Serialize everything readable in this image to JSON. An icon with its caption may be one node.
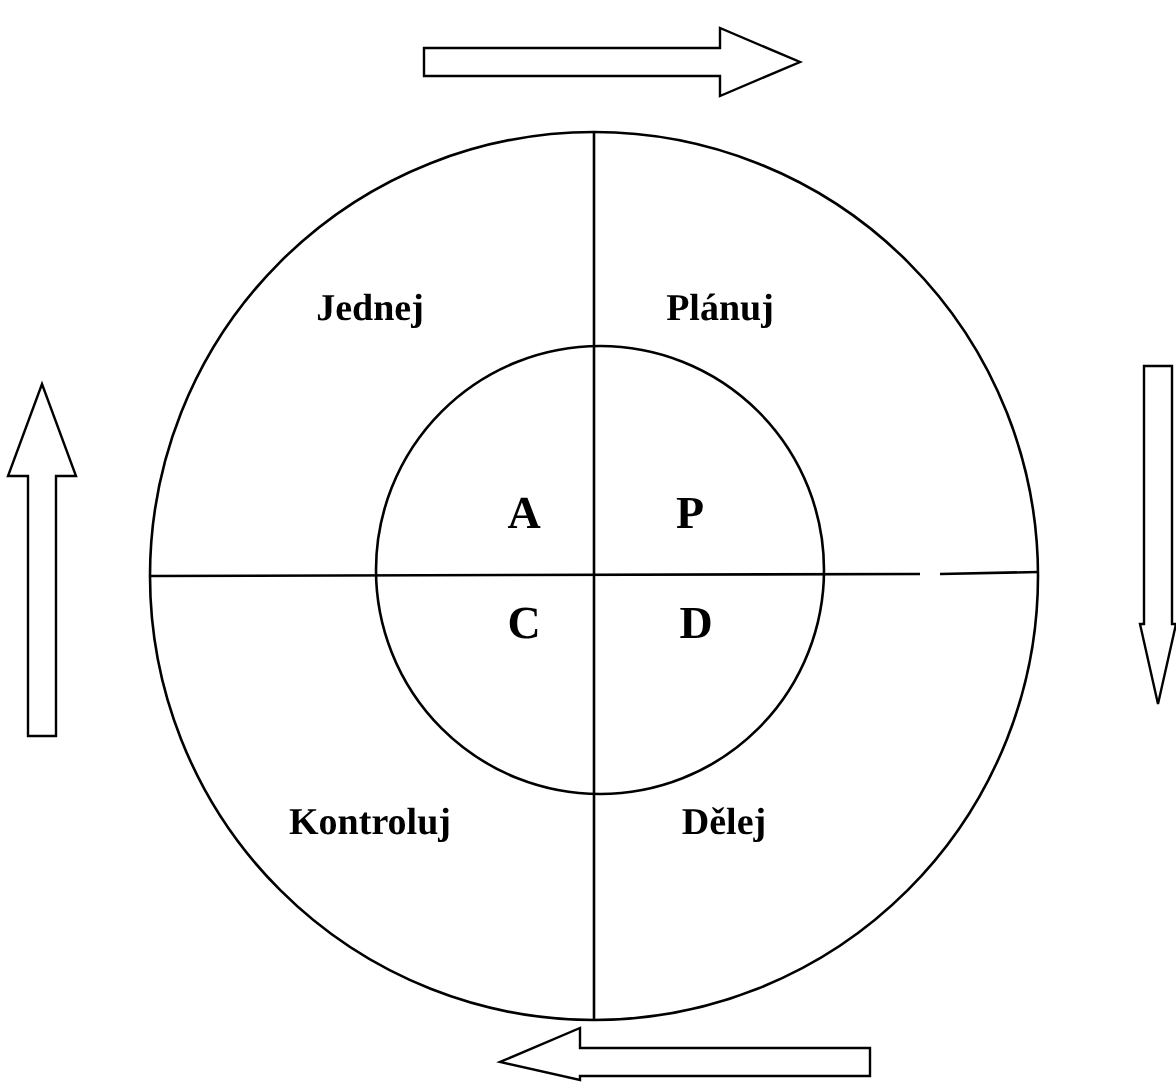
{
  "diagram": {
    "labels": [
      "Jednej",
      "Plánuj",
      "A",
      "P",
      "C",
      "D",
      "Kontroluj",
      "Dělej"
    ]
  }
}
